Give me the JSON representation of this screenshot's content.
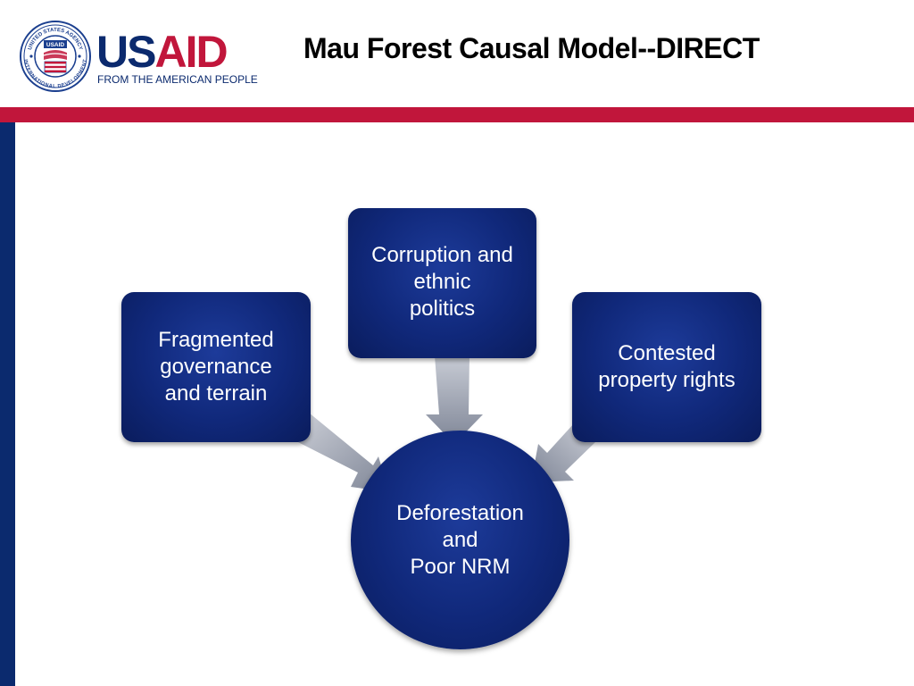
{
  "logo": {
    "seal_top_text": "UNITED STATES AGENCY",
    "seal_bottom_text": "INTERNATIONAL DEVELOPMENT",
    "seal_center_text": "USAID",
    "wordmark_us": "US",
    "wordmark_aid": "AID",
    "tagline": "FROM THE AMERICAN PEOPLE"
  },
  "slide": {
    "title": "Mau Forest Causal Model--DIRECT"
  },
  "diagram": {
    "nodes": {
      "fragmented": "Fragmented\ngovernance\nand terrain",
      "corruption": "Corruption and\nethnic\npolitics",
      "contested": "Contested\nproperty rights",
      "deforestation": "Deforestation\nand\nPoor NRM"
    }
  },
  "colors": {
    "red_band": "#c1163b",
    "blue_band": "#0b2a6e",
    "node_fill": "#10287a",
    "arrow_fill": "#8d93a3"
  }
}
